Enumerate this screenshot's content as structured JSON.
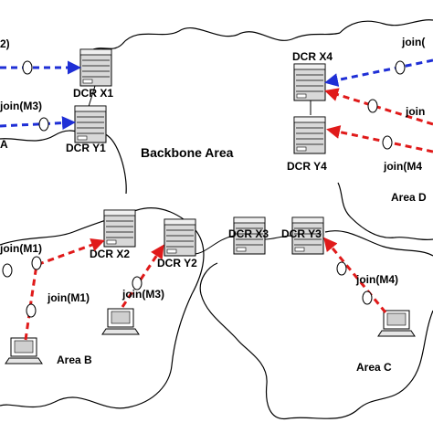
{
  "areas": {
    "backbone": "Backbone Area",
    "b": "Area B",
    "c": "Area C",
    "d": "Area D",
    "a_partial": "A"
  },
  "routers": {
    "x1": "DCR X1",
    "y1": "DCR Y1",
    "x2": "DCR X2",
    "y2": "DCR Y2",
    "x3": "DCR X3",
    "y3": "DCR Y3",
    "x4": "DCR X4",
    "y4": "DCR Y4"
  },
  "joins": {
    "top_left": "2)",
    "m3_left": "join(M3)",
    "m1_b_left": "join(M1)",
    "m1_b": "join(M1)",
    "m3_b": "join(M3)",
    "m4_c": "join(M4)",
    "d_top": "join(",
    "d_mid": "join",
    "d_m4": "join(M4"
  },
  "colors": {
    "blue_arrow": "#1f2fd6",
    "red_arrow": "#e01a1a",
    "line": "#000000"
  }
}
